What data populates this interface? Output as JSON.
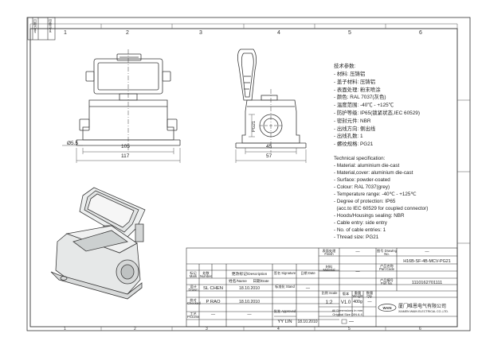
{
  "border": {
    "top_numbers": [
      "1",
      "2",
      "3",
      "4",
      "5",
      "6"
    ],
    "bottom_numbers": [
      "1",
      "2",
      "3",
      "4",
      "5",
      "6"
    ],
    "corner_labels": [
      "日期/Date",
      "印章/Seal"
    ]
  },
  "dimensions": {
    "width_105": "105",
    "width_117": "117",
    "hole": "Ø5.5",
    "thread": "PG21",
    "width_45": "45",
    "width_57": "57"
  },
  "specs_cn": {
    "heading": "技术参数:",
    "items": [
      "- 材料: 压铸铝",
      "- 盖子材料: 压铸铝",
      "- 表面处理: 粉末喷涂",
      "- 颜色: RAL 7037(灰色)",
      "- 温度范围: -40℃ - +125℃",
      "- 防护等级: IP65(锁紧状态,IEC 60529)",
      "- 密封元件: NBR",
      "- 出线方向: 侧出线",
      "- 出线孔数: 1",
      "- 螺纹规格: PG21"
    ]
  },
  "specs_en": {
    "heading": "Technical specification:",
    "items": [
      "- Material: aluminium die-cast",
      "- Material,cover: aluminium die-cast",
      "- Surface: powder-coated",
      "- Colour: RAL 7037(grey)",
      "- Temperature range: -40℃ - +125℃",
      "- Degree of protection: IP65",
      "  (acc.to IEC 60529 for coupled connector)",
      "- Hoods/Housings sealing: NBR",
      "- Cable entry: side entry",
      "- No. of cable entries: 1",
      "- Thread size: PG21"
    ]
  },
  "title_block": {
    "finish_label": "表面处理 Finish",
    "finish_value": "—",
    "drawing_no_label": "图号 Drawing No.",
    "drawing_no_value": "—",
    "material_label": "材料 Material",
    "material_value": "—",
    "part_code_label": "产品名称 Part Code",
    "part_code_value": "H16B-SF-4B-MCV-PG21",
    "part_no_label": "产品编号 Part No.",
    "part_no_value": "1110162701111",
    "mark_label": "标记 Mark",
    "number_label": "处数 Number",
    "description_label": "更改标记/Description",
    "signature_label": "签名 Signature",
    "date_label": "日期 Date",
    "name_label": "姓名/Name",
    "date2_label": "日期/Date",
    "drawn_label": "设计 Drawn",
    "drawn_name": "SL CHEN",
    "drawn_date": "18.10.2010",
    "stand_label": "标准化 Stand",
    "stand_name": "—",
    "checked_label": "校对 Checked",
    "checked_name": "P RAO",
    "checked_date": "18.10.2010",
    "process_label": "工艺 Process",
    "process_name": "—",
    "process_date": "—",
    "approved_label": "批准 Approved",
    "approved_name": "YY LIN",
    "approved_date": "18.10.2010",
    "scale_label": "比例 Scale",
    "scale_value": "1:2",
    "version_label": "版本",
    "version_value": "V1.0",
    "weight_label": "重量 Weight",
    "weight_value": "400g",
    "qty_label": "数量 Qty.",
    "qty_value": "—",
    "dims_note_1": "All Dimensions in mm",
    "dims_note_2": "Original Size DIN A 4",
    "company_cn": "厦门唯恩电气有限公司",
    "company_en": "XIAMEN WAIN ELECTRICAL CO.,LTD.",
    "logo_text": "WAIN"
  },
  "colors": {
    "line": "#3a3a3a",
    "light": "#8a8a8a",
    "dim": "#555555"
  }
}
